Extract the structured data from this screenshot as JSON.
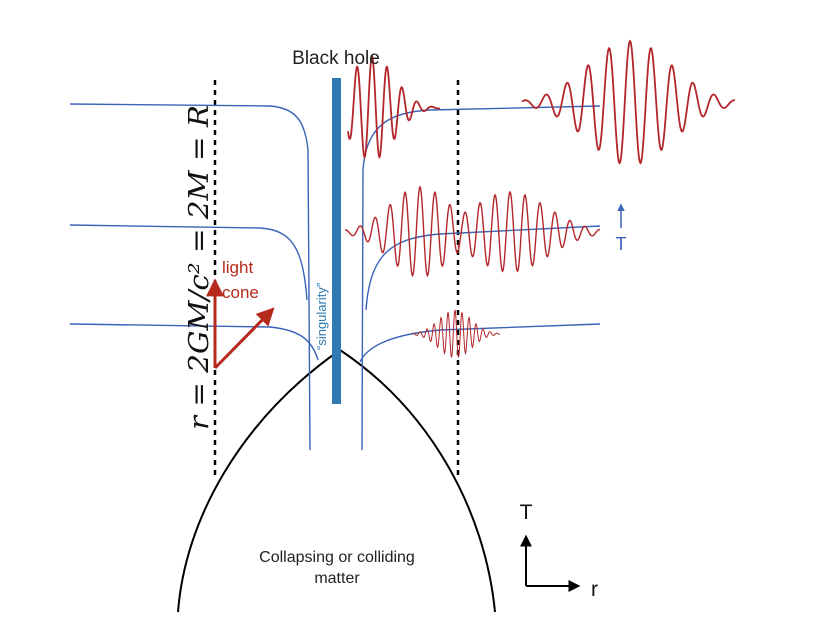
{
  "title": "Black hole",
  "singularity_label": "“singularity”",
  "horizon_equation": "r = 2GM/c² = 2M = R",
  "light_cone_label_line1": "light",
  "light_cone_label_line2": "cone",
  "time_interval_label": "T",
  "axis_t_label": "T",
  "axis_r_label": "r",
  "matter_label_line1": "Collapsing or colliding",
  "matter_label_line2": "matter",
  "colors": {
    "slice": "#3a63b8",
    "singularity": "#2f7ab0",
    "wave": "#b3262a",
    "light_cone": "#b52a1c",
    "horizon": "#000000",
    "text": "#222222"
  }
}
